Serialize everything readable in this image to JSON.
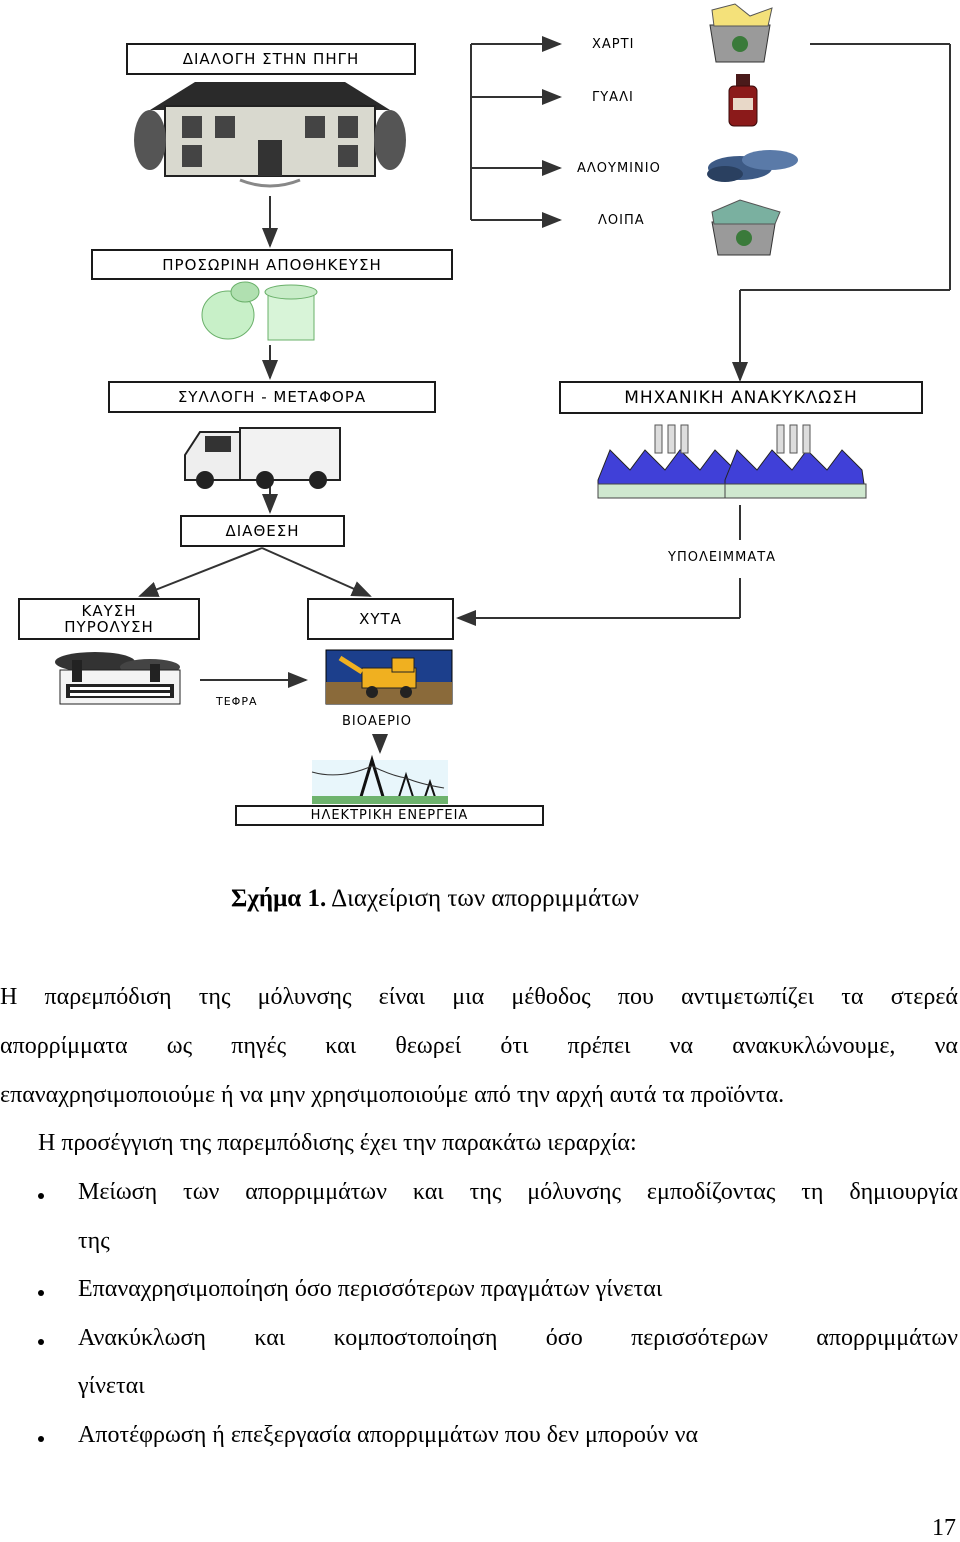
{
  "diagram": {
    "boxes": {
      "source_sorting": "ΔΙΑΛΟΓΗ ΣΤΗΝ ΠΗΓΗ",
      "temporary_storage": "ΠΡΟΣΩΡΙΝΗ ΑΠΟΘΗΚΕΥΣΗ",
      "collection_transport": "ΣΥΛΛΟΓΗ - ΜΕΤΑΦΟΡΑ",
      "mechanical_recycling": "ΜΗΧΑΝΙΚΗ ΑΝΑΚΥΚΛΩΣΗ",
      "disposal": "ΔΙΑΘΕΣΗ",
      "burning_line1": "ΚΑΥΣΗ",
      "burning_line2": "ΠΥΡΟΛΥΣΗ",
      "landfill": "ΧΥΤΑ",
      "electric_energy": "ΗΛΕΚΤΡΙΚΗ ΕΝΕΡΓΕΙΑ"
    },
    "materials": [
      "ΧΑΡΤΙ",
      "ΓΥΑΛΙ",
      "ΑΛΟΥΜΙΝΙΟ",
      "ΛΟΙΠΑ"
    ],
    "labels": {
      "residues": "ΥΠΟΛΕΙΜΜΑΤΑ",
      "ash": "ΤΕΦΡΑ",
      "biogas": "ΒΙΟΑΕΡΙΟ"
    }
  },
  "caption": {
    "label": "Σχήμα 1.",
    "text": "Διαχείριση των απορριμμάτων"
  },
  "paragraph1": {
    "line1": "Η παρεμπόδιση της μόλυνσης είναι μια μέθοδος που αντιμετωπίζει τα στερεά",
    "line2": "απορρίμματα ως πηγές και θεωρεί ότι πρέπει να ανακυκλώνουμε, να",
    "line3": "επαναχρησιμοποιούμε ή να μην χρησιμοποιούμε από την αρχή αυτά τα προϊόντα."
  },
  "paragraph2": "Η προσέγγιση της παρεμπόδισης έχει την παρακάτω ιεραρχία:",
  "bullets": {
    "b1_line1": "Μείωση των απορριμμάτων και της μόλυνσης εμποδίζοντας τη δημιουργία",
    "b1_line2": "της",
    "b2": "Επαναχρησιμοποίηση όσο περισσότερων πραγμάτων γίνεται",
    "b3_line1": "Ανακύκλωση και κομποστοποίηση όσο περισσότερων απορριμμάτων",
    "b3_line2": "γίνεται",
    "b4": "Αποτέφρωση ή επεξεργασία απορριμμάτων που δεν μπορούν να"
  },
  "page_number": "17"
}
